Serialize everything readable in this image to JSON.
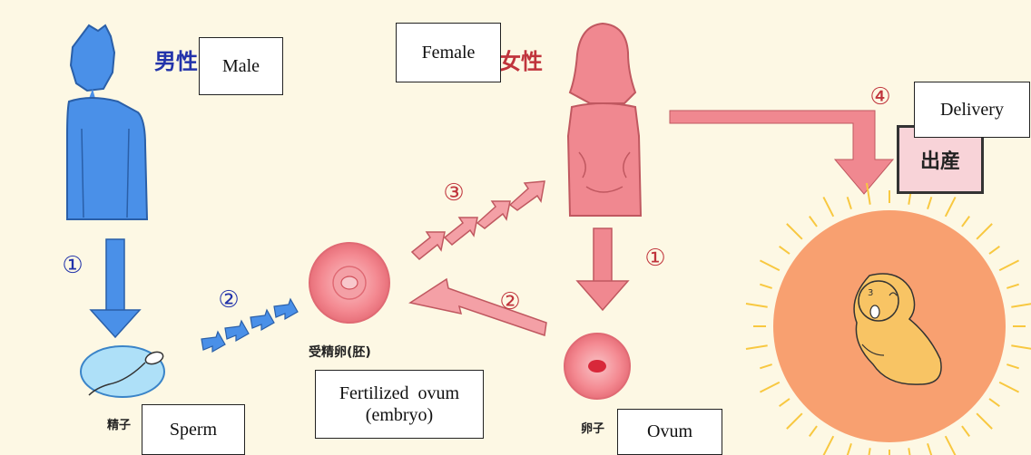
{
  "labels": {
    "male_jp": "男性",
    "female_jp": "女性",
    "sperm_jp": "精子",
    "ovum_jp": "卵子",
    "fertilized_jp": "受精卵(胚)",
    "delivery_jp": "出産"
  },
  "boxes": {
    "male": "Male",
    "female": "Female",
    "delivery": "Delivery",
    "sperm": "Sperm",
    "ovum": "Ovum",
    "fertilized_line1": "Fertilized  ovum",
    "fertilized_line2": "(embryo)"
  },
  "steps": {
    "male_step": "①",
    "female_step": "①",
    "sperm_step": "②",
    "ovum_step": "②",
    "embryo_step": "③",
    "delivery_step": "④"
  },
  "colors": {
    "background": "#fdf8e4",
    "male_blue": "#4a90e8",
    "male_label": "#2233aa",
    "female_pink": "#f08890",
    "female_label": "#c0343c",
    "sun": "#f8a070",
    "baby": "#f8c464"
  }
}
